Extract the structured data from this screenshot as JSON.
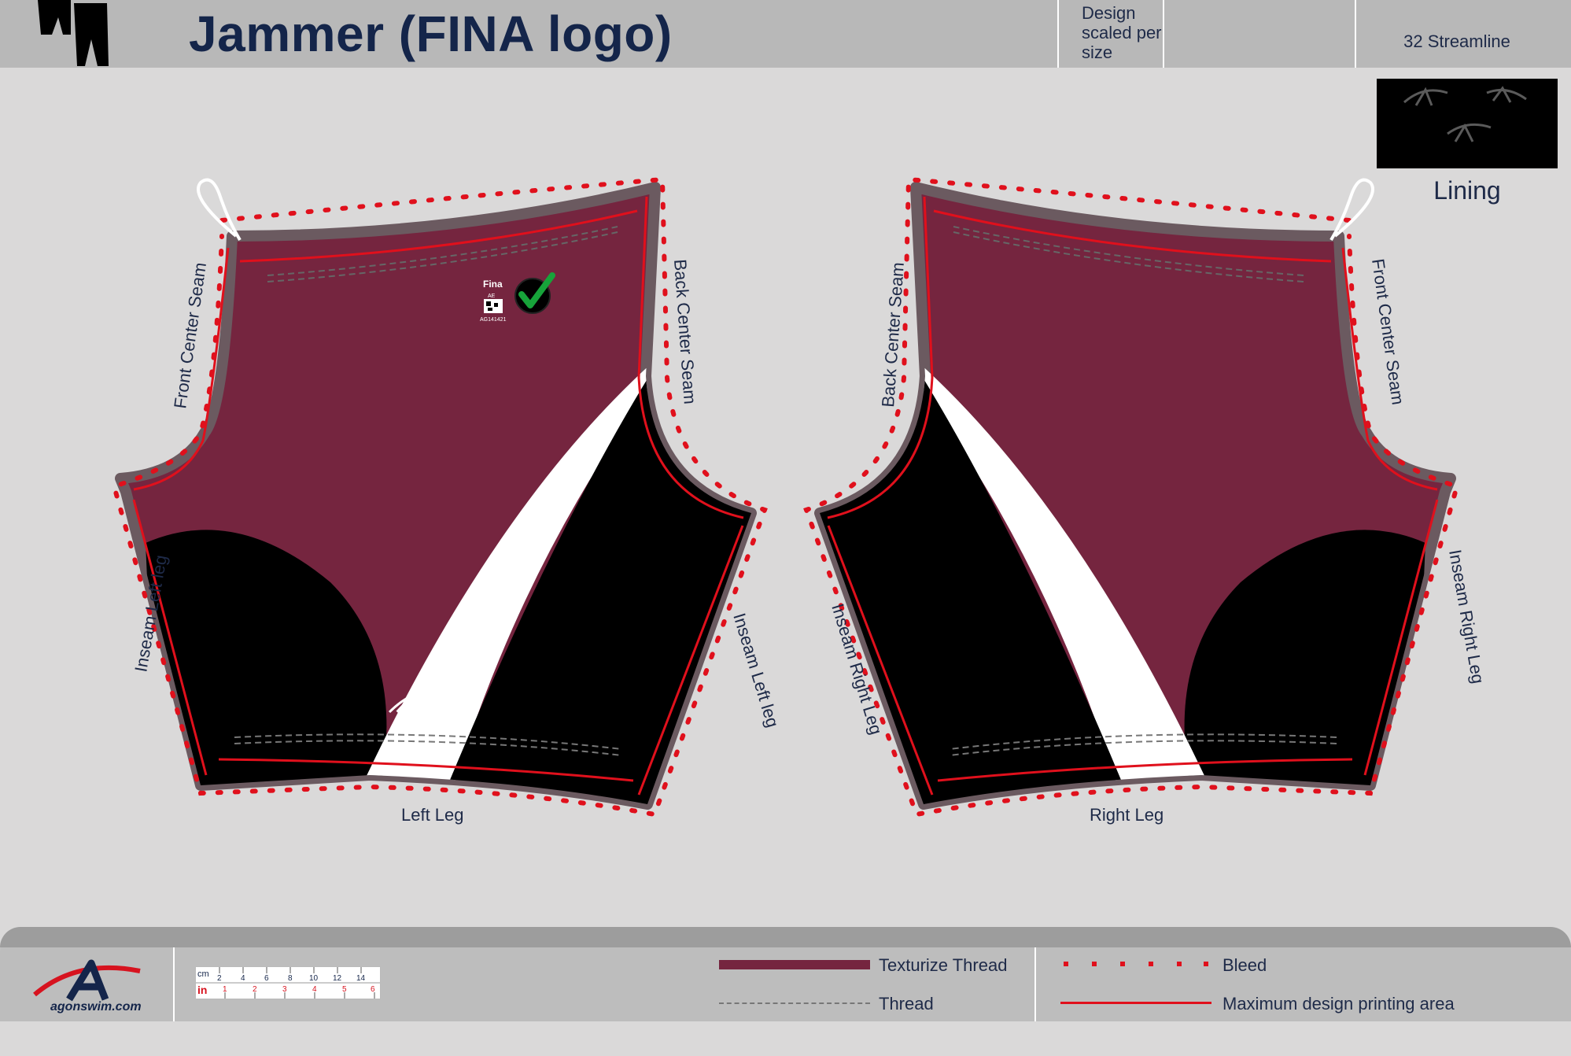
{
  "header": {
    "title": "Jammer (FINA logo)",
    "design_note": "Design scaled per size",
    "model": "32 Streamline",
    "lining_label": "Lining"
  },
  "panels": {
    "left": {
      "front_seam": "Front Center Seam",
      "back_seam": "Back Center Seam",
      "inseam_outer": "Inseam Left leg",
      "inseam_inner": "Inseam Left leg",
      "bottom": "Left Leg"
    },
    "right": {
      "back_seam": "Back Center Seam",
      "front_seam": "Front Center Seam",
      "inseam_outer": "Inseam Right Leg",
      "inseam_inner": "Inseam Right Leg",
      "bottom": "Right Leg"
    },
    "fina_badge": {
      "brand": "Fina",
      "sub": "AE",
      "code": "AG141421"
    },
    "brand_url": "agonswim.com"
  },
  "footer": {
    "logo_text": "agonswim.com",
    "ruler": {
      "cm_label": "cm",
      "in_label": "in",
      "cm_ticks": [
        "2",
        "4",
        "6",
        "8",
        "10",
        "12",
        "14"
      ],
      "in_ticks": [
        "1",
        "2",
        "3",
        "4",
        "5",
        "6"
      ]
    },
    "legend": {
      "texturize": "Texturize Thread",
      "thread": "Thread",
      "bleed": "Bleed",
      "max_area": "Maximum design printing area"
    }
  },
  "colors": {
    "maroon": "#75253f",
    "seam_grey": "#6b5a60",
    "bleed_red": "#e0101c",
    "black": "#000000",
    "white": "#ffffff",
    "title_navy": "#14254a"
  }
}
